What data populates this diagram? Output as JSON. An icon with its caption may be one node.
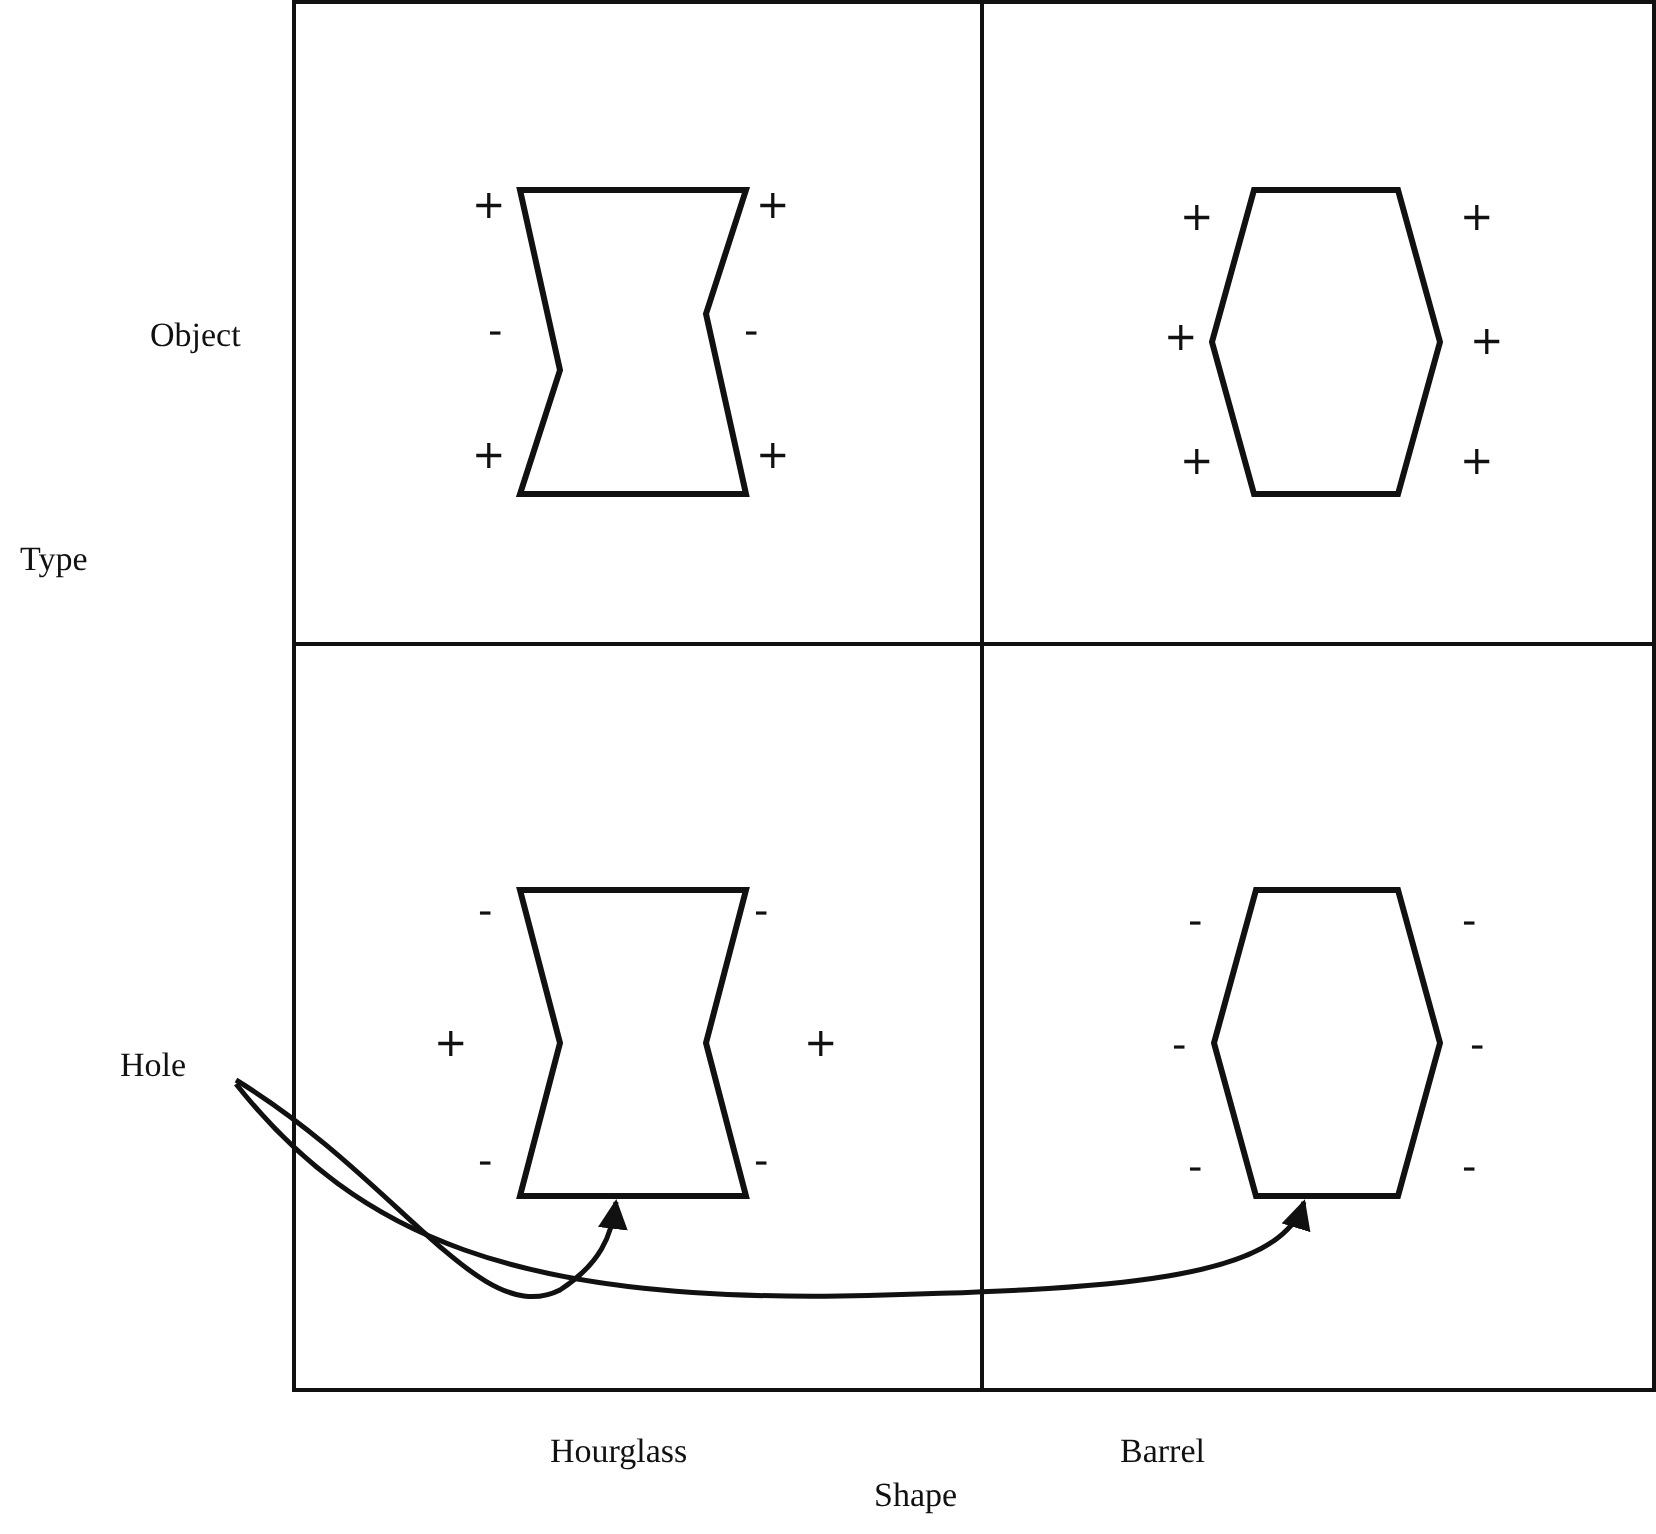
{
  "diagram": {
    "nodes": [
      {
        "text": [],
        "shape": "hourglass"
      },
      {
        "text": [],
        "shape": "hexagon"
      },
      {
        "text": [],
        "shape": "hourglass"
      },
      {
        "text": [],
        "shape": "hexagon"
      },
      {
        "text": [
          "Hole"
        ]
      }
    ],
    "edges": [
      {
        "from": 4,
        "to": 2,
        "arrow": "to"
      },
      {
        "from": 4,
        "to": 3,
        "arrow": "to"
      }
    ],
    "labels": [
      "Object",
      "+",
      "+",
      "-",
      "-",
      "+",
      "+",
      "+",
      "+",
      "+",
      "+",
      "+",
      "+",
      "Type",
      "-",
      "-",
      "+",
      "+",
      "-",
      "-",
      "-",
      "-",
      "-",
      "-",
      "-",
      "-",
      "Hourglass",
      "Barrel",
      "Shape"
    ]
  }
}
